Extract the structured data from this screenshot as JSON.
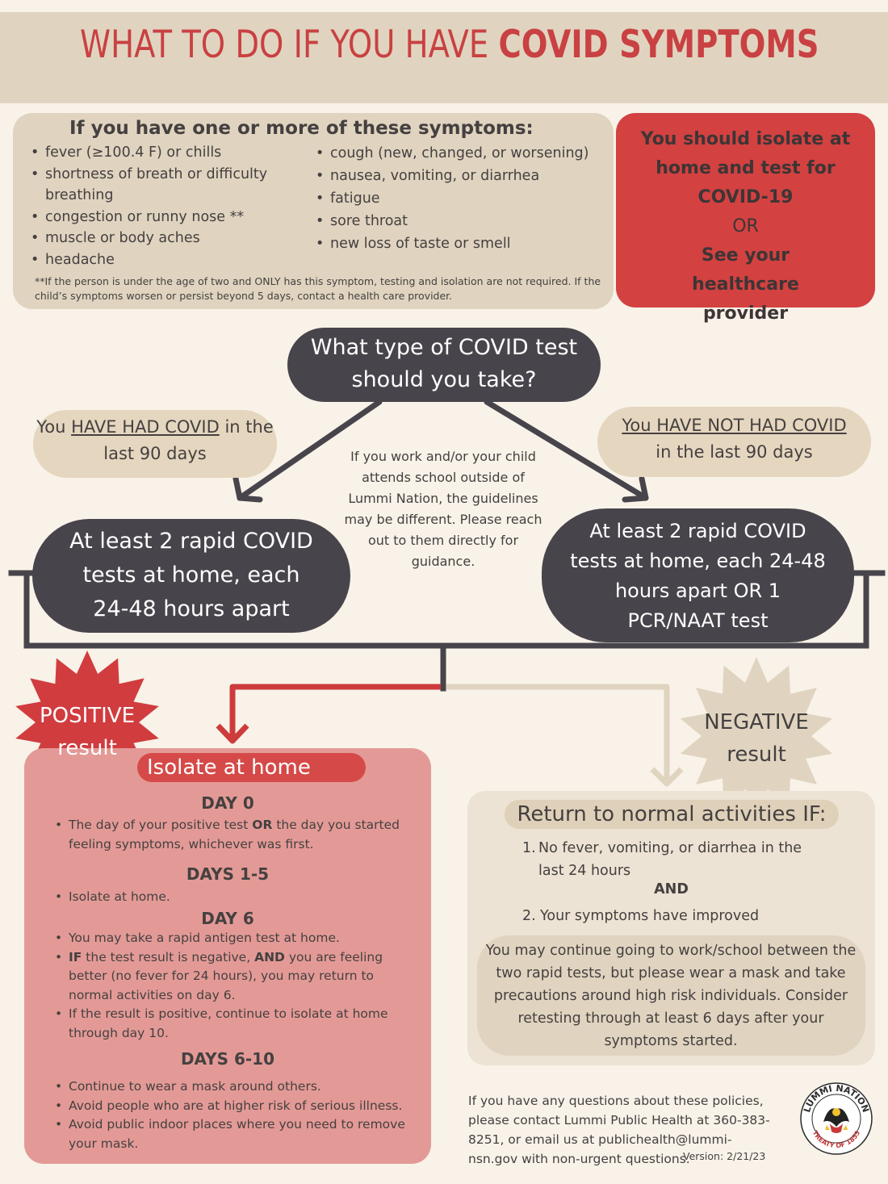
{
  "title": {
    "prefix": "WHAT TO DO IF YOU HAVE ",
    "emphasis": "COVID SYMPTOMS"
  },
  "symptoms": {
    "heading": "If you have one or more of these symptoms:",
    "left": [
      "fever (≥100.4 F) or chills",
      "shortness of breath or difficulty breathing",
      "congestion or runny nose **",
      "muscle or body aches",
      "headache"
    ],
    "right": [
      "cough (new, changed, or worsening)",
      "nausea, vomiting, or diarrhea",
      "fatigue",
      "sore throat",
      "new loss of taste or smell"
    ],
    "note": "**If the person is under the age of two and ONLY has this symptom, testing and isolation are not required. If the child’s symptoms worsen or persist beyond 5 days, contact a health care provider."
  },
  "isolate_action": {
    "line1": "You should isolate at home and test for COVID-19",
    "or": "OR",
    "line2": "See your healthcare provider"
  },
  "flow": {
    "question": "What type of COVID test should you take?",
    "had_covid": {
      "pre": "You ",
      "underlined": "HAVE HAD COVID",
      "post": " in the last 90 days"
    },
    "not_had_covid": {
      "underlined": "You HAVE NOT HAD COVID",
      "post": " in the last 90 days"
    },
    "middle_note": "If you work and/or your child attends school outside of Lummi Nation, the guidelines may be different. Please reach out to them directly for guidance.",
    "left_test": "At least 2 rapid COVID tests at home, each 24-48 hours apart",
    "right_test": "At least 2 rapid COVID tests at home, each 24-48 hours apart OR 1 PCR/NAAT test"
  },
  "badges": {
    "positive_line1": "POSITIVE",
    "positive_line2": "result",
    "negative_line1": "NEGATIVE",
    "negative_line2": "result"
  },
  "positive": {
    "header": "Isolate at home",
    "day0": {
      "heading": "DAY 0",
      "item_pre": "The day of your positive test ",
      "item_bold": "OR",
      "item_post": " the day you started feeling symptoms, whichever was first."
    },
    "days1_5": {
      "heading": "DAYS 1-5",
      "item": "Isolate at home."
    },
    "day6": {
      "heading": "DAY 6",
      "item1": "You may take a rapid antigen test at home.",
      "item2_b1": "IF",
      "item2_t1": " the test result is negative, ",
      "item2_b2": "AND",
      "item2_t2": " you are feeling better (no fever for 24 hours), you may return to normal activities on day 6.",
      "item3": "If the result is positive, continue to isolate at home through day 10."
    },
    "days6_10": {
      "heading": "DAYS 6-10",
      "items": [
        "Continue to wear a mask around others.",
        "Avoid people who are at higher risk of serious illness.",
        "Avoid public indoor places where you need to remove your mask."
      ]
    }
  },
  "negative": {
    "header": "Return to normal activities IF:",
    "item1": "No fever, vomiting, or diarrhea in the last 24 hours",
    "and": "AND",
    "item2": "Your symptoms have improved",
    "note": "You may continue going to work/school between the two rapid tests, but please wear a mask and take precautions around high risk individuals. Consider retesting through at least 6 days after your symptoms started."
  },
  "footer": {
    "contact": "If you have any questions about these policies, please contact Lummi Public Health at 360-383-8251, or email us at publichealth@lummi-nsn.gov with non-urgent questions.",
    "version": "Version: 2/21/23",
    "seal_top": "LUMMI NATION",
    "seal_bottom": "TREATY OF 1855"
  },
  "colors": {
    "accent_red": "#d34141",
    "dark": "#48444b",
    "beige": "#e0d4c0",
    "background": "#f8f2e8"
  }
}
